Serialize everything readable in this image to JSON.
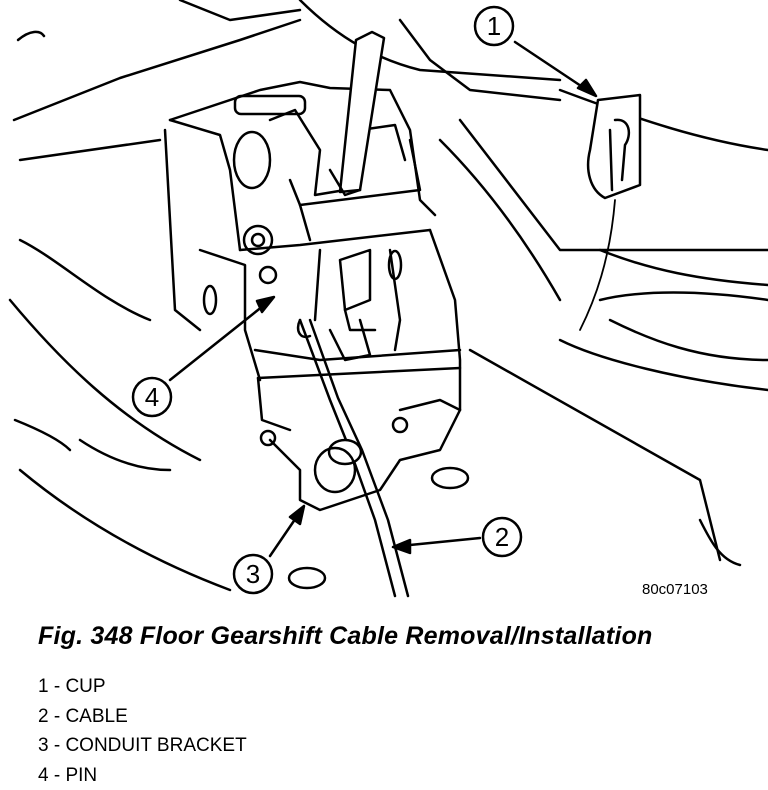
{
  "figure": {
    "image_code": "80c07103",
    "caption": "Fig. 348 Floor Gearshift Cable Removal/Installation",
    "callouts": [
      "1",
      "2",
      "3",
      "4"
    ],
    "legend": [
      "1 - CUP",
      "2 - CABLE",
      "3 - CONDUIT BRACKET",
      "4 - PIN"
    ]
  }
}
